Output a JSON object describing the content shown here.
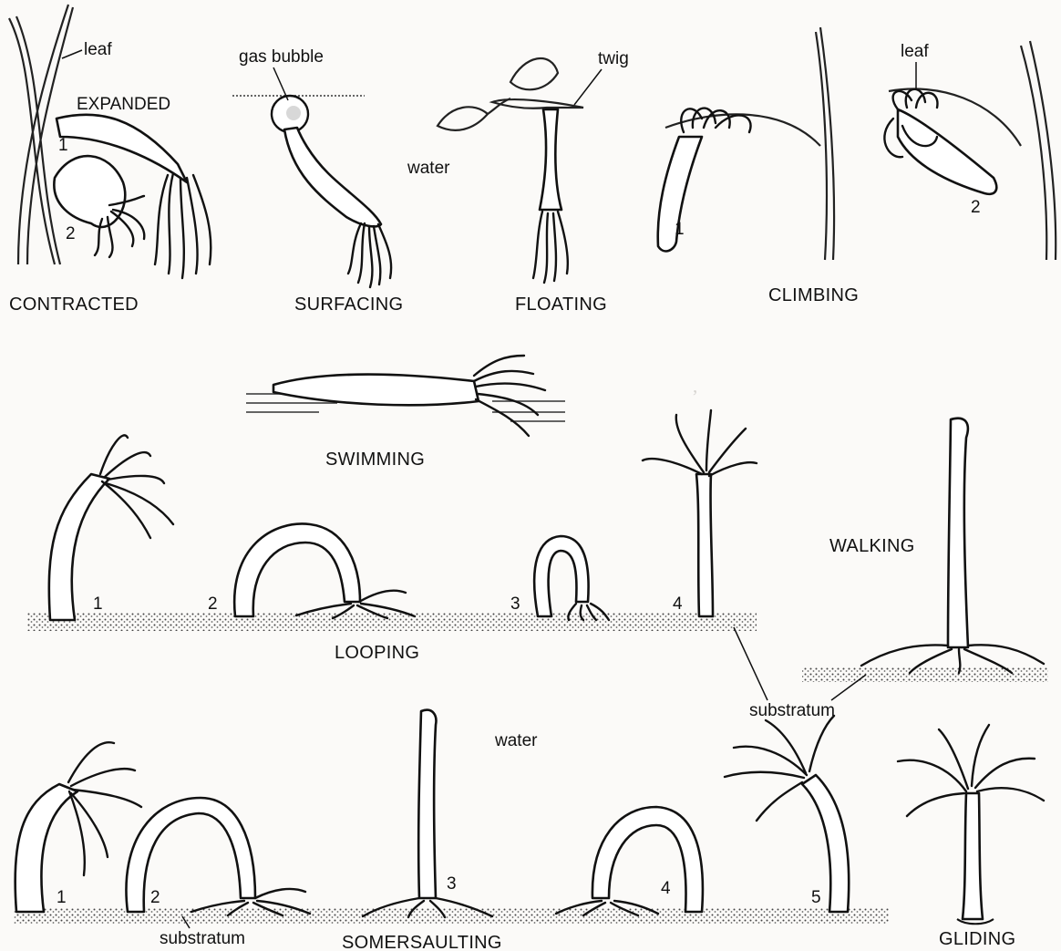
{
  "labels": {
    "leaf1": "leaf",
    "expanded": "EXPANDED",
    "n1_contract": "1",
    "n2_contract": "2",
    "contracted": "CONTRACTED",
    "gas_bubble": "gas bubble",
    "surfacing": "SURFACING",
    "water_top": "water",
    "twig": "twig",
    "floating": "FLOATING",
    "leaf2": "leaf",
    "n1_climb": "1",
    "n2_climb": "2",
    "climbing": "CLIMBING",
    "swimming": "SWIMMING",
    "loop1": "1",
    "loop2": "2",
    "loop3": "3",
    "loop4": "4",
    "looping": "LOOPING",
    "walking": "WALKING",
    "substratum_mid": "substratum",
    "water_mid": "water",
    "som1": "1",
    "som2": "2",
    "som3": "3",
    "som4": "4",
    "som5": "5",
    "substratum_bottom": "substratum",
    "somersaulting": "SOMERSAULTING",
    "gliding": "GLIDING"
  }
}
